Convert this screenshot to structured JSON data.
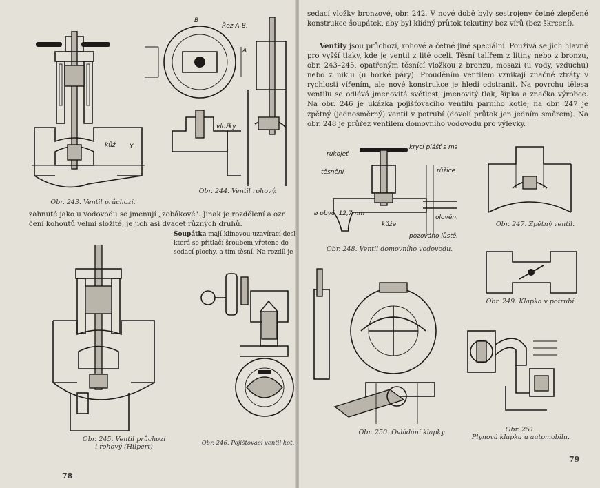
{
  "left_page": {
    "page_number": "78",
    "figures": [
      {
        "id": "243",
        "caption": "Obr. 243. Ventil průchozí."
      },
      {
        "id": "244",
        "caption": "Obr. 244. Ventil rohový.",
        "labels": [
          "Řez A-B.",
          "A",
          "B",
          "vložky"
        ]
      },
      {
        "id": "245",
        "caption_line1": "Obr. 245. Ventil průchozí",
        "caption_line2": "i rohový (Hilpert)"
      },
      {
        "id": "246",
        "caption": "Obr. 246. Pojišťovací ventil kot."
      }
    ],
    "text_line1": "zahnuté jako u vodovodu se jmenují „zobákové\". Jinak je rozdělení a ozn",
    "text_line2": "čení kohoutů velmi složité, je jich asi dvacet různých druhů.",
    "text2_bold": "Šoupátka",
    "text2_rest1": " mají klínovou uzavírací desk",
    "text2_line2": "která se přitlačí šroubem vřetene do",
    "text2_line3": "sedací plochy, a tím těsní. Na rozdíl je"
  },
  "right_page": {
    "page_number": "79",
    "para1": "sedací vložky bronzové, obr. 242. V nové době byly sestrojeny četné zlepšené konstrukce šoupátek, aby byl klidný průtok tekutiny bez vírů (bez škrcení).",
    "para2_bold": "Ventily",
    "para2": " jsou průchozí, rohové a četné jiné speciální. Používá se jich hlavně pro vyšší tlaky, kde je ventil z lité oceli. Těsní talířem z litiny nebo z bronzu, obr. 243–245, opatřeným těsnící vložkou z bronzu, mosazi (u vody, vzduchu) nebo z niklu (u horké páry). Prouděním ventilem vznikají značné ztráty v rychlosti vířením, ale nové konstrukce je hledí odstranit. Na povrchu tělesa ventilu se odlévá jmenovitá světlost, jmenovitý tlak, šipka a značka výrobce. Na obr. 246 je ukázka pojišťovacího ventilu parního kotle; na obr. 247 je zpětný (jednosměrný) ventil v potrubí (dovolí průtok jen jedním směrem). Na obr. 248 je průřez ventilem domovního vodovodu pro výlevky.",
    "figures": [
      {
        "id": "248",
        "caption": "Obr. 248. Ventil domovního vodovodu.",
        "labels": [
          "rukojeť",
          "krycí plášť s maticí",
          "těsnění",
          "růžice na spoře",
          "ø obyč. 12,7mm",
          "kůže",
          "olověná trubka",
          "pozováno lůstěnka"
        ]
      },
      {
        "id": "247",
        "caption": "Obr. 247. Zpětný ventil."
      },
      {
        "id": "249",
        "caption": "Obr. 249. Klapka v potrubí."
      },
      {
        "id": "250",
        "caption": "Obr. 250. Ovládání klapky."
      },
      {
        "id": "251",
        "caption_line1": "Obr. 251.",
        "caption_line2": "Plynová klapka u automobilu."
      }
    ]
  }
}
